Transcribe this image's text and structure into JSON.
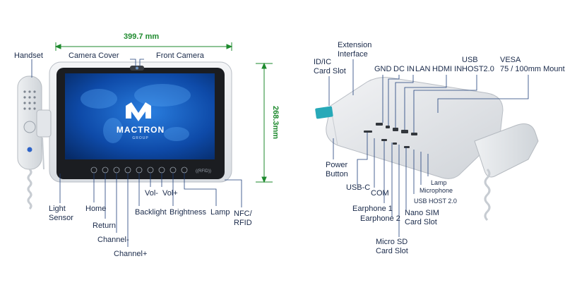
{
  "dimensions": {
    "width": "399.7 mm",
    "height": "268.3mm"
  },
  "front_labels": {
    "handset": "Handset",
    "camera_cover": "Camera Cover",
    "front_camera": "Front Camera",
    "light_sensor": [
      "Light",
      "Sensor"
    ],
    "home": "Home",
    "return": "Return",
    "channel_minus": "Channel-",
    "channel_plus": "Channel+",
    "vol_minus": "Vol-",
    "vol_plus": "Vol+",
    "backlight": "Backlight",
    "brightness": "Brightness",
    "lamp": "Lamp",
    "nfc_rfid": [
      "NFC/",
      "RFID"
    ]
  },
  "screen_logo": {
    "brand": "MACTRON",
    "sub": "GROUP"
  },
  "nfc_mark": "((RFID))",
  "back_labels": {
    "extension_interface": [
      "Extension",
      "Interface"
    ],
    "id_ic_card_slot": [
      "ID/IC",
      "Card Slot"
    ],
    "gnd": "GND",
    "dc_in": "DC IN",
    "lan": "LAN",
    "hdmi_in": "HDMI IN",
    "usb_host20": [
      "USB",
      "HOST2.0"
    ],
    "vesa": [
      "VESA",
      "75 / 100mm Mount"
    ],
    "power_button": [
      "Power",
      "Button"
    ],
    "usb_c": "USB-C",
    "com": "COM",
    "earphone1": "Earphone 1",
    "earphone2": "Earphone 2",
    "micro_sd": [
      "Micro SD",
      "Card Slot"
    ],
    "nano_sim": [
      "Nano SIM",
      "Card Slot"
    ],
    "usb_host20_small": "USB HOST 2.0",
    "lamp": "Lamp",
    "microphone": "Microphone"
  },
  "colors": {
    "dimension_green": "#1e8a2e",
    "label_navy": "#1a2a4a",
    "leader_line": "#1f3f7a",
    "bezel": "#e9ecef",
    "screen": "#0a3a8c"
  }
}
